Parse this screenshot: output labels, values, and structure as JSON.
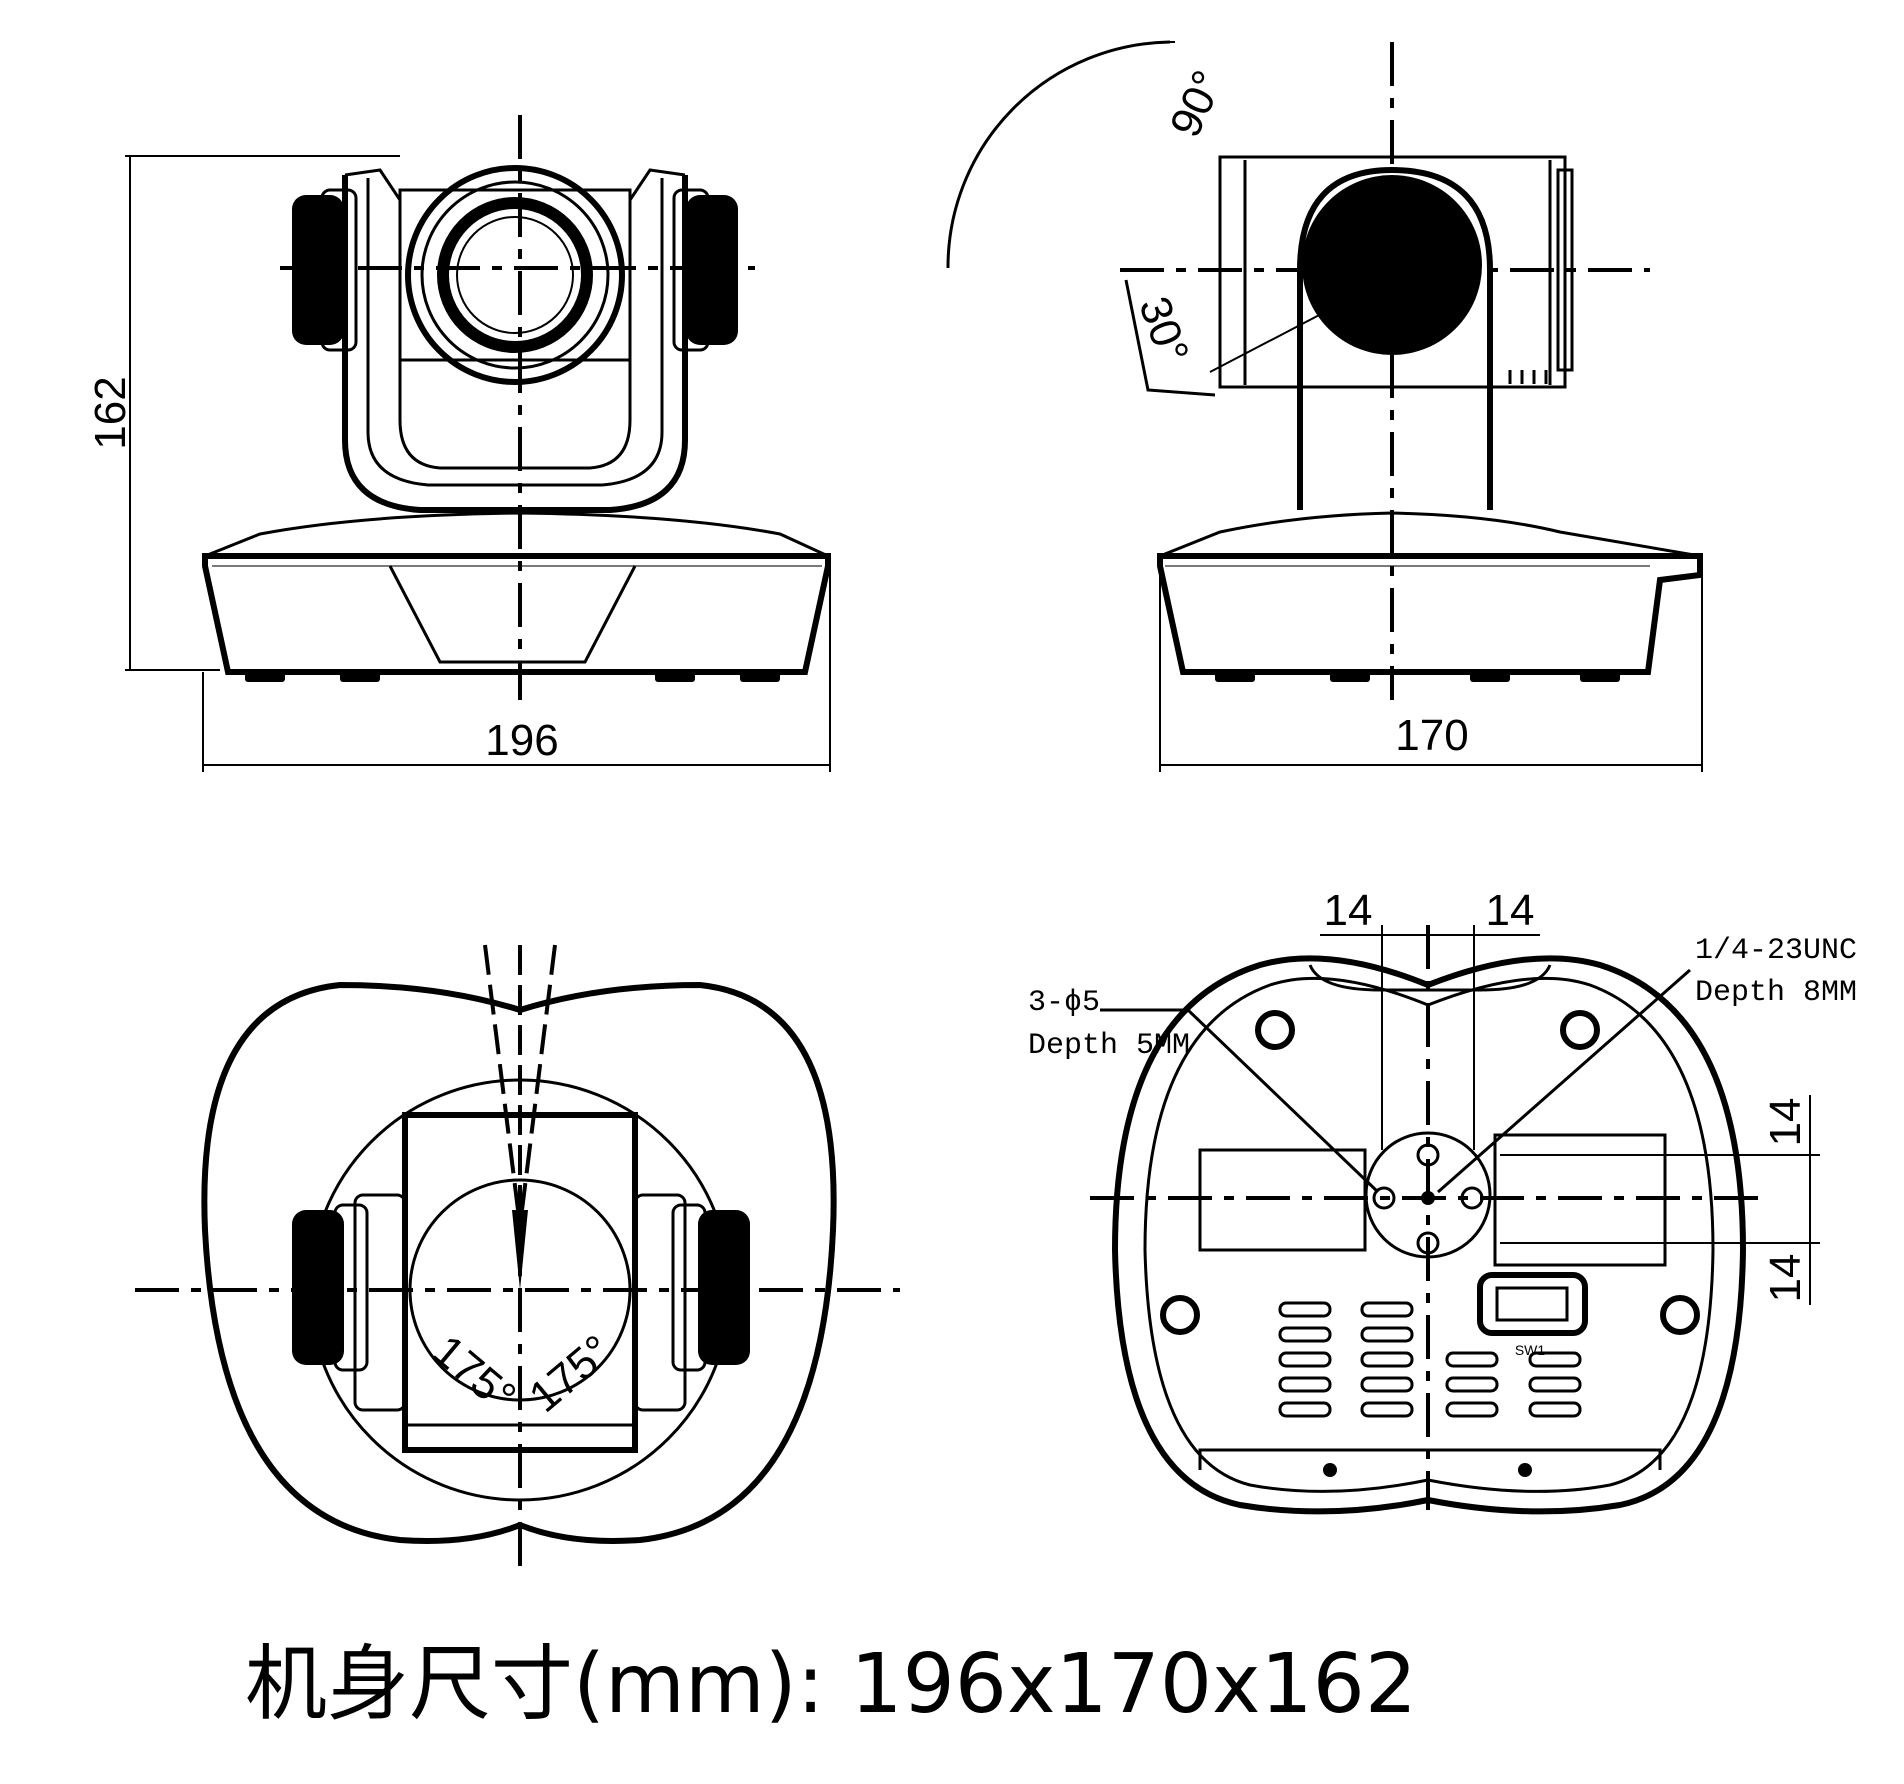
{
  "front_view": {
    "height_label": "162",
    "width_label": "196"
  },
  "side_view": {
    "width_label": "170",
    "tilt_up_label": "90°",
    "tilt_down_label": "30°"
  },
  "top_view": {
    "pan_left_label": "175°",
    "pan_right_label": "175°"
  },
  "bottom_view": {
    "spacing_left_label": "14",
    "spacing_right_label": "14",
    "spacing_upper_label": "14",
    "spacing_lower_label": "14",
    "holes_note_line1": "3-ϕ5",
    "holes_note_line2": "Depth 5MM",
    "thread_note_line1": "1/4-23UNC",
    "thread_note_line2": "Depth 8MM",
    "switch_label": "SW1"
  },
  "caption": "机身尺寸(mm): 196x170x162"
}
